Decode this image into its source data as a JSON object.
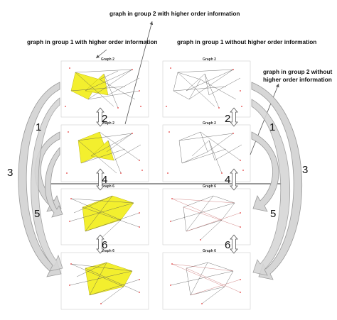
{
  "labels": {
    "group2_with": "graph in group 2 with higher order information",
    "group1_with": "graph in group 1 with higher order information",
    "group1_without": "graph in group 1 without higher order information",
    "group2_without_line1": "graph in group 2 without",
    "group2_without_line2": "higher order information"
  },
  "panels": [
    {
      "title": "Graph 2"
    },
    {
      "title": "Graph 2"
    },
    {
      "title": "Graph 2"
    },
    {
      "title": "Graph 2"
    },
    {
      "title": "Graph 6"
    },
    {
      "title": "Graph 6"
    },
    {
      "title": "Graph 6"
    },
    {
      "title": "Graph 6"
    }
  ],
  "numbers": {
    "left_outer": "3",
    "left_mid": "1",
    "left_lower": "5",
    "center_top": "2",
    "center_mid": "4",
    "center_bottom": "6",
    "right_top": "2",
    "right_mid": "4",
    "right_bottom": "6",
    "right_inner": "1",
    "right_outer": "3",
    "right_lower": "5"
  },
  "colors": {
    "hyperedge_fill": "#f3ef2e",
    "arrow_fill": "#d6d6d6",
    "arrow_stroke": "#9a9a9a",
    "node_red": "#e33b3b",
    "edge_dark": "#555555",
    "edge_red": "#c86b6b"
  }
}
